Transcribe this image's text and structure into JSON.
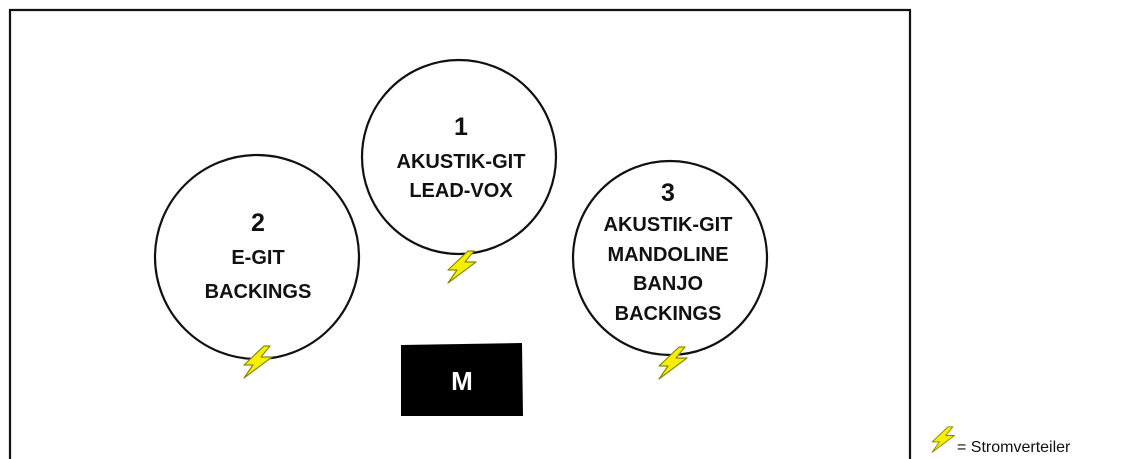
{
  "stations": [
    {
      "number": "1",
      "lines": [
        "AKUSTIK-GIT",
        "LEAD-VOX"
      ]
    },
    {
      "number": "2",
      "lines": [
        "E-GIT",
        "BACKINGS"
      ]
    },
    {
      "number": "3",
      "lines": [
        "AKUSTIK-GIT",
        "MANDOLINE",
        "BANJO",
        "BACKINGS"
      ]
    }
  ],
  "monitor": {
    "label": "M"
  },
  "legend": {
    "text": "= Stromverteiler",
    "icon": "lightning-bolt-icon"
  },
  "colors": {
    "bolt_fill": "#f5f000",
    "bolt_stroke": "#8a8a00",
    "monitor_fill": "#000000",
    "stroke": "#111111"
  }
}
